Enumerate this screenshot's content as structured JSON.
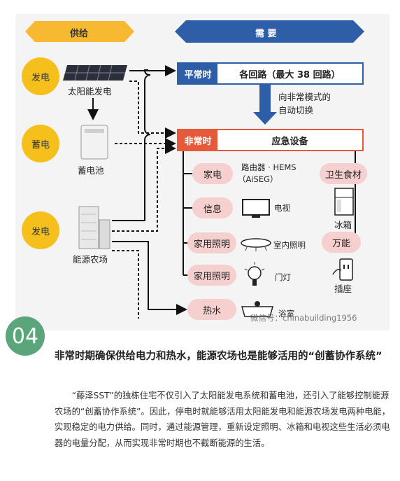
{
  "supply": {
    "header": "供给",
    "sources": [
      {
        "role": "发电",
        "name": "太阳能发电"
      },
      {
        "role": "蓄电",
        "name": "蓄电池"
      },
      {
        "role": "发电",
        "name": "能源农场"
      }
    ]
  },
  "demand": {
    "header": "需 要",
    "normal": {
      "tag": "平常时",
      "label": "各回路（最大 38 回路）"
    },
    "switch_note": [
      "向非常模式的",
      "自动切换"
    ],
    "emergency": {
      "tag": "非常时",
      "label": "应急设备"
    },
    "left_items": [
      {
        "category": "家电",
        "device": [
          "路由器 · HEMS",
          "（AiSEG）"
        ],
        "icon": "router-icon"
      },
      {
        "category": "信息",
        "device": [
          "电视"
        ],
        "icon": "tv-icon"
      },
      {
        "category": "家用照明",
        "device": [
          "室内照明"
        ],
        "icon": "ceiling-light-icon"
      },
      {
        "category": "家用照明",
        "device": [
          "门灯"
        ],
        "icon": "porch-lamp-icon"
      },
      {
        "category": "热水",
        "device": [
          "浴室"
        ],
        "icon": "bathtub-icon"
      }
    ],
    "right_items": [
      {
        "category": "卫生食材",
        "device": "冰箱",
        "icon": "fridge-icon"
      },
      {
        "category": "万能",
        "device": "插座",
        "icon": "outlet-icon"
      }
    ]
  },
  "watermark": "微信号：chinabuilding1956",
  "badge": "04",
  "caption": {
    "title": "非常时期确保供给电力和热水，能源农场也是能够活用的“创蓄协作系统”",
    "body": "“藤泽SST”的独栋住宅不仅引入了太阳能发电系统和蓄电池，还引入了能够控制能源农场的“创蓄协作系统”。因此，停电时就能够活用太阳能发电和能源农场发电两种电能，实现稳定的电力供给。同时，通过能源管理，重新设定照明、冰箱和电视这些生活必须电器的电量分配，从而实现非常时期也不截断能源的生活。"
  },
  "colors": {
    "supply_arrow": "#f6b931",
    "demand_arrow": "#2f5ea8",
    "normal_tag": "#2f5ea8",
    "emergency_tag": "#e65a3a",
    "pill": "#f6cfcf",
    "circle": "#f5c01b",
    "badge": "#5aa57a"
  }
}
